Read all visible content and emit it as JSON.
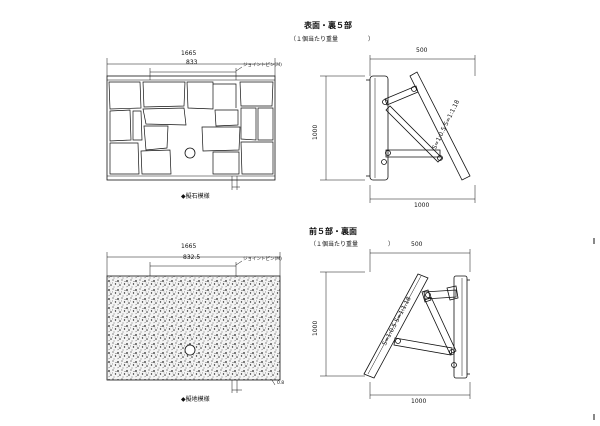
{
  "top_view": {
    "title": "表面・裏５部",
    "subtitle": "（１個当たり重量　　　　　）",
    "dim_width": "1665",
    "dim_half": "833",
    "joint_label": "ジョイントピン(M)",
    "caption": "◆擬石模様",
    "side_dim_top": "500",
    "side_dim_height": "1000",
    "side_dim_bottom": "1000",
    "slope_label": "S=1:0.5  S=1:1.18"
  },
  "bottom_view": {
    "title": "前５部・裏面",
    "subtitle": "（１個当たり重量　　　　　）",
    "dim_width": "1665",
    "dim_half": "832.5",
    "joint_label": "ジョイントピン(M)",
    "caption": "◆擬地模様",
    "small_note": "0.8",
    "side_dim_top": "500",
    "side_dim_height": "1000",
    "side_dim_bottom": "1000",
    "slope_label": "S=1:0.5  S=1:1.18"
  },
  "colors": {
    "line": "#111111",
    "paper": "#ffffff",
    "speckle": "#333333"
  }
}
